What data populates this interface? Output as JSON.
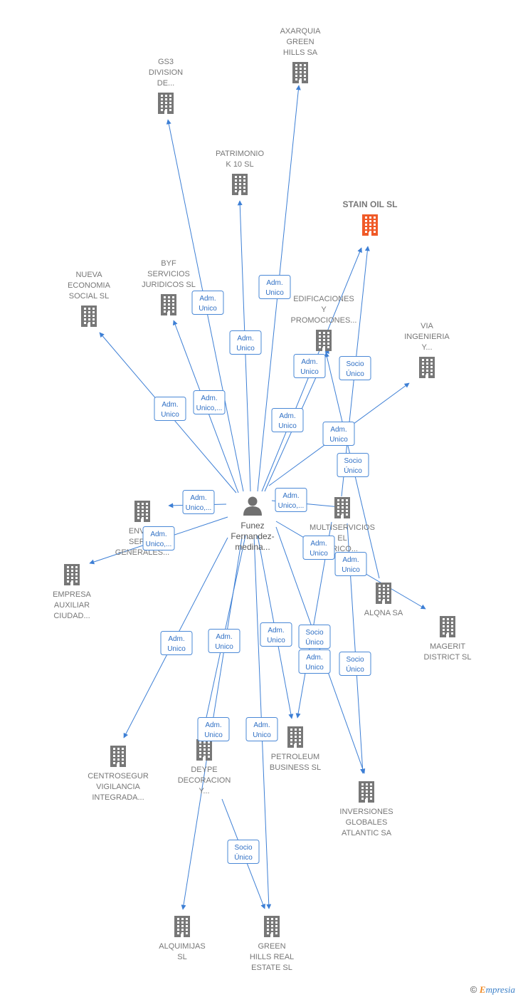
{
  "colors": {
    "edge": "#3d7fd5",
    "node_default": "#777777",
    "node_focus": "#f05a28",
    "person_icon": "#707070"
  },
  "icons": {
    "company": "building-icon",
    "person": "person-icon"
  },
  "person": {
    "id": "funez",
    "label": [
      "Funez",
      "Fernandez-",
      "medina..."
    ]
  },
  "nodes": [
    {
      "id": "axarquia",
      "label": [
        "AXARQUIA",
        "GREEN",
        "HILLS SA"
      ],
      "label_pos": "above",
      "focus": false
    },
    {
      "id": "gs3",
      "label": [
        "GS3",
        "DIVISION",
        "DE..."
      ],
      "label_pos": "above",
      "focus": false
    },
    {
      "id": "patrimonio",
      "label": [
        "PATRIMONIO",
        "K 10 SL"
      ],
      "label_pos": "above",
      "focus": false
    },
    {
      "id": "stainoil",
      "label": [
        "STAIN OIL  SL"
      ],
      "label_pos": "above",
      "focus": true
    },
    {
      "id": "nueva",
      "label": [
        "NUEVA",
        "ECONOMIA",
        "SOCIAL  SL"
      ],
      "label_pos": "above",
      "focus": false
    },
    {
      "id": "byf",
      "label": [
        "BYF",
        "SERVICIOS",
        "JURIDICOS SL"
      ],
      "label_pos": "above",
      "focus": false
    },
    {
      "id": "edificaciones",
      "label": [
        "EDIFICACIONES",
        "Y",
        "PROMOCIONES..."
      ],
      "label_pos": "above",
      "focus": false
    },
    {
      "id": "via",
      "label": [
        "VIA",
        "INGENIERIA",
        "Y..."
      ],
      "label_pos": "above",
      "focus": false
    },
    {
      "id": "envases",
      "label": [
        "ENVA...",
        "SERV...",
        "GENERALES..."
      ],
      "label_pos": "below",
      "focus": false
    },
    {
      "id": "multiservicios",
      "label": [
        "MULTISERVICIOS",
        "EL",
        "BRICO..."
      ],
      "label_pos": "below",
      "focus": false
    },
    {
      "id": "empresa",
      "label": [
        "EMPRESA",
        "AUXILIAR",
        "CIUDAD..."
      ],
      "label_pos": "below",
      "focus": false
    },
    {
      "id": "alqna",
      "label": [
        "ALQNA SA"
      ],
      "label_pos": "below",
      "focus": false
    },
    {
      "id": "magerit",
      "label": [
        "MAGERIT",
        "DISTRICT SL"
      ],
      "label_pos": "below",
      "focus": false
    },
    {
      "id": "centrosegur",
      "label": [
        "CENTROSEGUR",
        "VIGILANCIA",
        "INTEGRADA..."
      ],
      "label_pos": "below",
      "focus": false
    },
    {
      "id": "deype",
      "label": [
        "DEYPE",
        "DECORACION",
        "Y..."
      ],
      "label_pos": "below",
      "focus": false
    },
    {
      "id": "petroleum",
      "label": [
        "PETROLEUM",
        "BUSINESS  SL"
      ],
      "label_pos": "below",
      "focus": false
    },
    {
      "id": "inversiones",
      "label": [
        "INVERSIONES",
        "GLOBALES",
        "ATLANTIC SA"
      ],
      "label_pos": "below",
      "focus": false
    },
    {
      "id": "alquimijas",
      "label": [
        "ALQUIMIJAS",
        "SL"
      ],
      "label_pos": "below",
      "focus": false
    },
    {
      "id": "greenhills",
      "label": [
        "GREEN",
        "HILLS REAL",
        "ESTATE  SL"
      ],
      "label_pos": "below",
      "focus": false
    }
  ],
  "edges": [
    {
      "from": "funez",
      "to": "axarquia",
      "label": [
        "Adm.",
        "Unico"
      ]
    },
    {
      "from": "funez",
      "to": "gs3",
      "label": [
        "Adm.",
        "Unico"
      ]
    },
    {
      "from": "funez",
      "to": "patrimonio",
      "label": [
        "Adm.",
        "Unico"
      ]
    },
    {
      "from": "funez",
      "to": "stainoil",
      "label": [
        "Adm.",
        "Unico"
      ]
    },
    {
      "from": "funez",
      "to": "nueva",
      "label": [
        "Adm.",
        "Unico"
      ]
    },
    {
      "from": "funez",
      "to": "byf",
      "label": [
        "Adm.",
        "Unico,..."
      ]
    },
    {
      "from": "funez",
      "to": "edificaciones",
      "label": [
        "Adm.",
        "Unico"
      ]
    },
    {
      "from": "funez",
      "to": "via",
      "label": [
        "Adm.",
        "Unico"
      ]
    },
    {
      "from": "funez",
      "to": "envases",
      "label": [
        "Adm.",
        "Unico,..."
      ]
    },
    {
      "from": "funez",
      "to": "empresa",
      "label": [
        "Adm.",
        "Unico,..."
      ]
    },
    {
      "from": "funez",
      "to": "multiservicios",
      "label": [
        "Adm.",
        "Unico,..."
      ]
    },
    {
      "from": "funez",
      "to": "magerit",
      "label": [
        "Adm.",
        "Unico"
      ]
    },
    {
      "from": "funez",
      "to": "inversiones",
      "label": [
        "Adm.",
        "Unico"
      ]
    },
    {
      "from": "funez",
      "to": "centrosegur",
      "label": [
        "Adm.",
        "Unico"
      ]
    },
    {
      "from": "funez",
      "to": "alquimijas",
      "label": [
        "Adm.",
        "Unico"
      ]
    },
    {
      "from": "funez",
      "to": "petroleum",
      "label": [
        "Adm.",
        "Unico"
      ]
    },
    {
      "from": "funez",
      "to": "greenhills",
      "label": [
        "Adm.",
        "Unico"
      ]
    },
    {
      "from": "funez",
      "to": "deype",
      "label": [
        "Adm.",
        "Unico"
      ]
    },
    {
      "from": "multiservicios",
      "to": "stainoil",
      "label": [
        "Socio",
        "Único"
      ]
    },
    {
      "from": "alqna",
      "to": "edificaciones",
      "label": [
        "Socio",
        "Único"
      ]
    },
    {
      "from": "multiservicios",
      "to": "petroleum",
      "label": [
        "Socio",
        "Único"
      ]
    },
    {
      "from": "multiservicios",
      "to": "inversiones",
      "label": [
        "Socio",
        "Único"
      ]
    },
    {
      "from": "deype",
      "to": "greenhills",
      "label": [
        "Socio",
        "Único"
      ]
    }
  ],
  "footer": {
    "copyright": "©",
    "brand_initial": "E",
    "brand_rest": "mpresia"
  }
}
